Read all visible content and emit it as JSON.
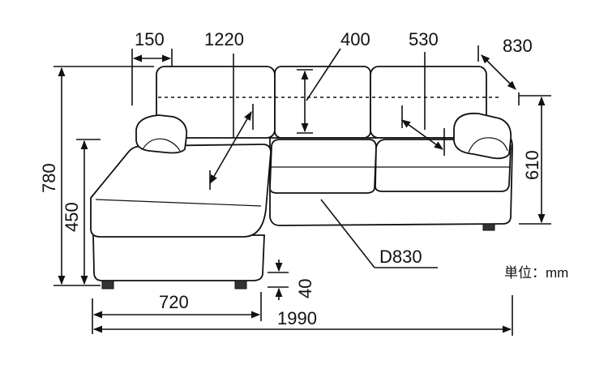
{
  "dimensions": {
    "arm_width": "150",
    "chaise_length": "1220",
    "back_height": "400",
    "seat_depth": "530",
    "back_depth": "830",
    "total_height": "780",
    "seat_height": "450",
    "arm_height": "610",
    "leg_height": "40",
    "chaise_width": "720",
    "total_width": "1990",
    "depth_label": "D830"
  },
  "unit_note": "単位：mm"
}
